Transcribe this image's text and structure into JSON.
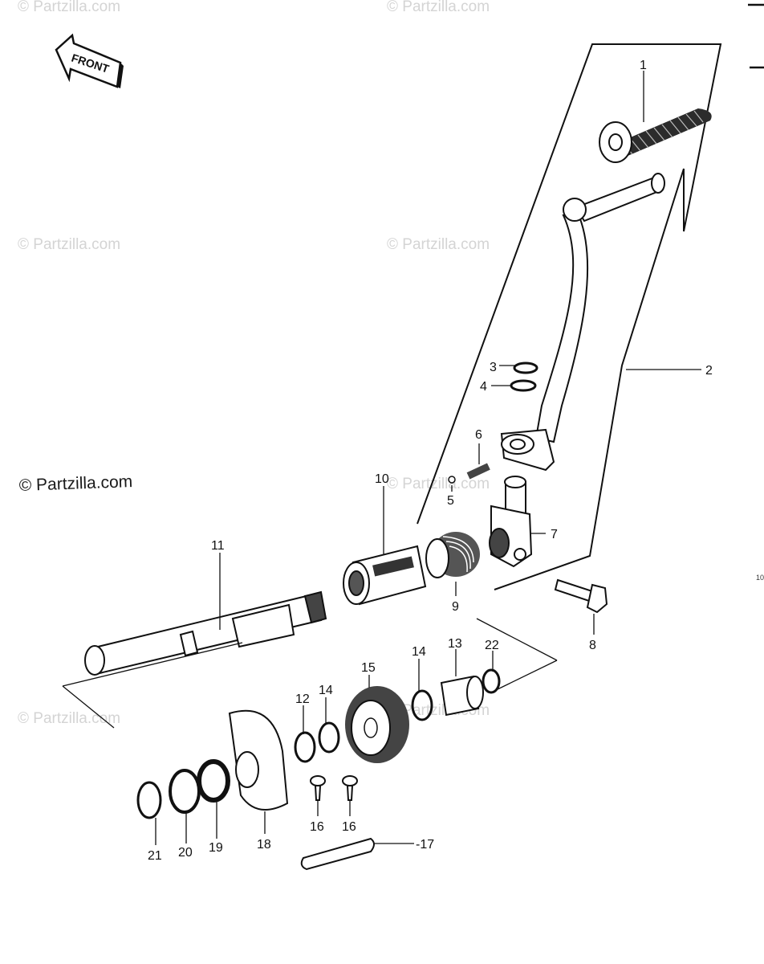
{
  "front_label": "FRONT",
  "watermark": "© Partzilla.com",
  "page_number": "10",
  "callouts": [
    "1",
    "2",
    "3",
    "4",
    "5",
    "6",
    "7",
    "8",
    "9",
    "10",
    "11",
    "12",
    "13",
    "14",
    "14",
    "15",
    "16",
    "16",
    "-17",
    "18",
    "19",
    "20",
    "21",
    "22"
  ]
}
